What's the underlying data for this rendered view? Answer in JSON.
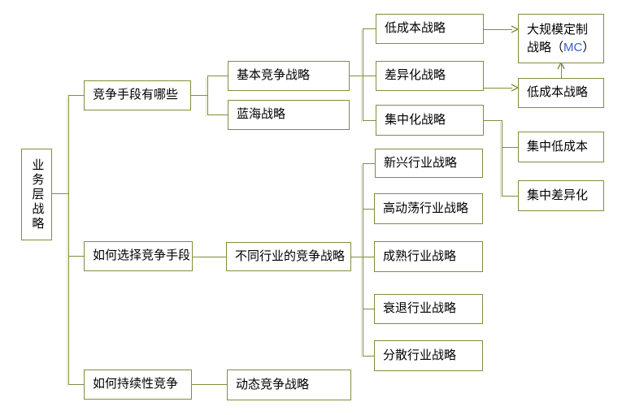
{
  "diagram": {
    "colors": {
      "line": "#7E8F3D",
      "box_border": "#7E8F3D",
      "text": "#000000",
      "mc_code_highlight": "#3A5FC5",
      "background": "#FFFFFF"
    },
    "root": {
      "label": "业务层战略"
    },
    "branch_means": {
      "label": "竞争手段有哪些",
      "basic": {
        "label": "基本竞争战略",
        "low_cost": {
          "label": "低成本战略"
        },
        "differentiation": {
          "label": "差异化战略"
        },
        "focus": {
          "label": "集中化战略",
          "focus_low_cost": {
            "label": "集中低成本"
          },
          "focus_differentiation": {
            "label": "集中差异化"
          }
        }
      },
      "blue_ocean": {
        "label": "蓝海战略"
      }
    },
    "arrow_targets": {
      "mass_customization": {
        "line1": "大规模定制",
        "line2_prefix": "战略（",
        "code": "MC",
        "line2_suffix": "）"
      },
      "low_cost_secondary": {
        "label": "低成本战略"
      }
    },
    "branch_choose": {
      "label": "如何选择竞争手段",
      "industry": {
        "label": "不同行业的竞争战略",
        "emerging": {
          "label": "新兴行业战略"
        },
        "high_turbulence": {
          "label": "高动荡行业战略"
        },
        "mature": {
          "label": "成熟行业战略"
        },
        "declining": {
          "label": "衰退行业战略"
        },
        "fragmented": {
          "label": "分散行业战略"
        }
      }
    },
    "branch_sustain": {
      "label": "如何持续性竞争",
      "dynamic": {
        "label": "动态竞争战略"
      }
    },
    "arrows": [
      {
        "from": "低成本战略",
        "to": "大规模定制战略（MC）"
      },
      {
        "from": "差异化战略",
        "to": "低成本战略"
      },
      {
        "from": "低成本战略",
        "to": "大规模定制战略（MC）"
      }
    ]
  }
}
